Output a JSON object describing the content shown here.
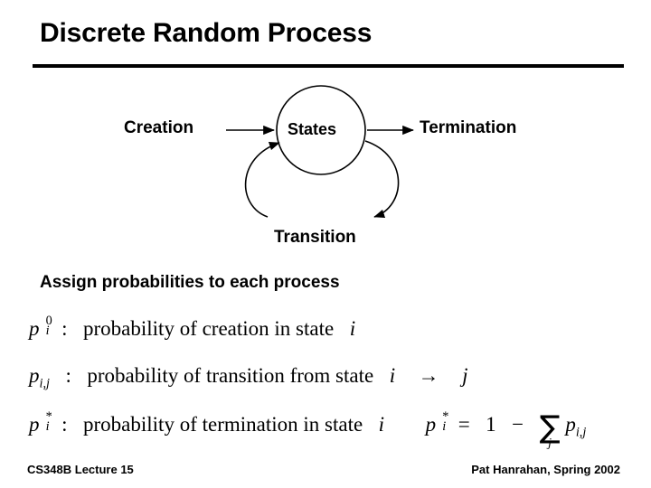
{
  "slide": {
    "title": "Discrete Random Process",
    "bullet": "Assign probabilities to each process"
  },
  "diagram": {
    "node_label": "States",
    "creation_label": "Creation",
    "termination_label": "Termination",
    "transition_label": "Transition"
  },
  "equations": {
    "line1": {
      "symbol_p": "p",
      "superscript": "0",
      "subscript": "i",
      "colon": ":",
      "text": "probability of creation in state",
      "var": "i"
    },
    "line2": {
      "symbol_p": "p",
      "subscript": "i,j",
      "colon": ":",
      "text": "probability of transition from state",
      "var_from": "i",
      "arrow": "→",
      "var_to": "j"
    },
    "line3": {
      "symbol_p": "p",
      "superscript": "*",
      "subscript": "i",
      "colon": ":",
      "text": "probability of termination in state",
      "var": "i",
      "formula": {
        "lhs_p": "p",
        "lhs_sup": "*",
        "lhs_sub": "i",
        "equals": "=",
        "one": "1",
        "minus": "−",
        "sum_glyph": "∑",
        "sum_index": "j",
        "term_p": "p",
        "term_sub": "i,j"
      }
    }
  },
  "footer": {
    "left": "CS348B Lecture 15",
    "right": "Pat Hanrahan, Spring 2002"
  },
  "colors": {
    "ink": "#000000",
    "background": "#ffffff"
  }
}
